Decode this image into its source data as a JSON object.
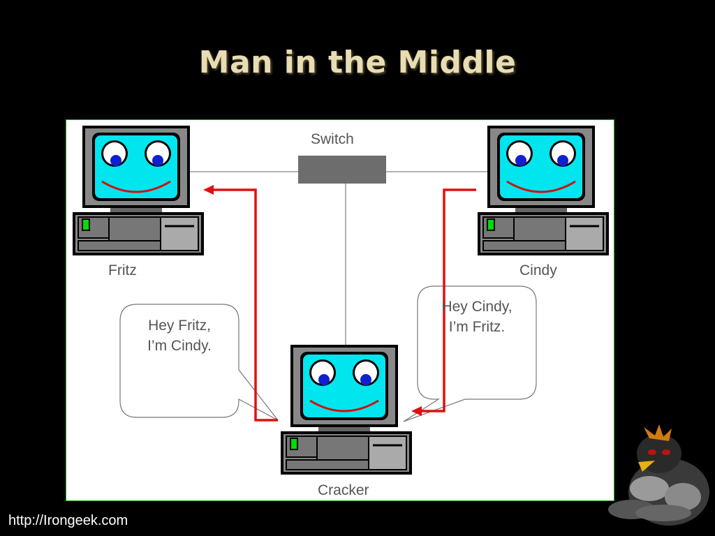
{
  "slide": {
    "title": "Man in the Middle",
    "footer": "http://Irongeek.com"
  },
  "diagram": {
    "switch_label": "Switch",
    "nodes": {
      "fritz": "Fritz",
      "cindy": "Cindy",
      "cracker": "Cracker"
    },
    "bubbles": {
      "to_fritz": [
        "Hey Fritz,",
        "I’m Cindy."
      ],
      "to_cindy": [
        "Hey Cindy,",
        "I’m Fritz."
      ]
    }
  },
  "colors": {
    "screen": "#00e5ee",
    "arrow": "#e01010",
    "mascot": "penguin-mascot"
  }
}
